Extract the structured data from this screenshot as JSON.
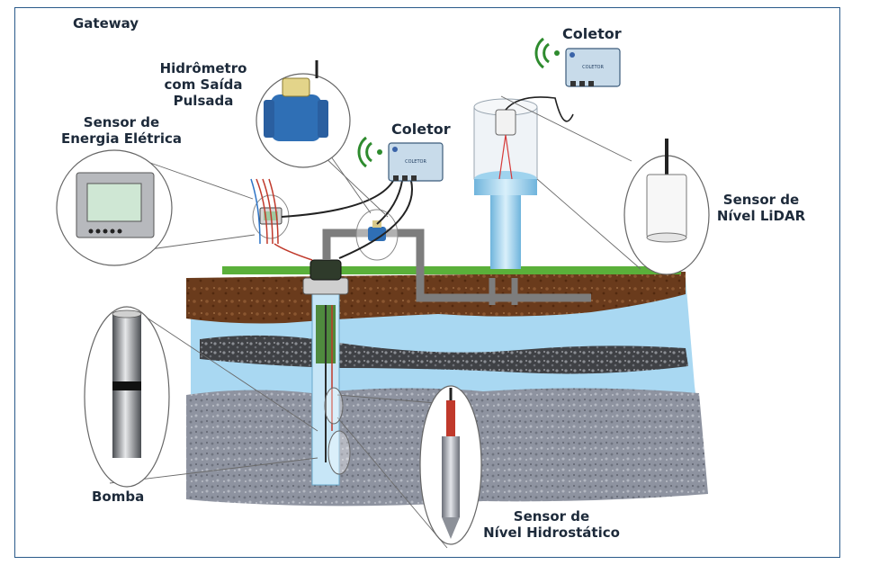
{
  "labels": {
    "gateway": "Gateway",
    "hidrometro": "Hidrômetro\ncom Saída\nPulsada",
    "sensor_energia": "Sensor de\nEnergia Elétrica",
    "coletor_center": "Coletor",
    "coletor_top": "Coletor",
    "lidar": "Sensor de\nNível LiDAR",
    "bomba": "Bomba",
    "hidrostatico": "Sensor de\nNível Hidrostático",
    "device_brand": "COLETOR"
  },
  "colors": {
    "water": "#a9d8f2",
    "soil": "#6b3d1f",
    "grass": "#5ab03a",
    "rock_dark": "#4a4a4a",
    "rock_gray": "#8a8f99",
    "signal": "#2e8b2e",
    "pipe": "#7d7d7d"
  }
}
